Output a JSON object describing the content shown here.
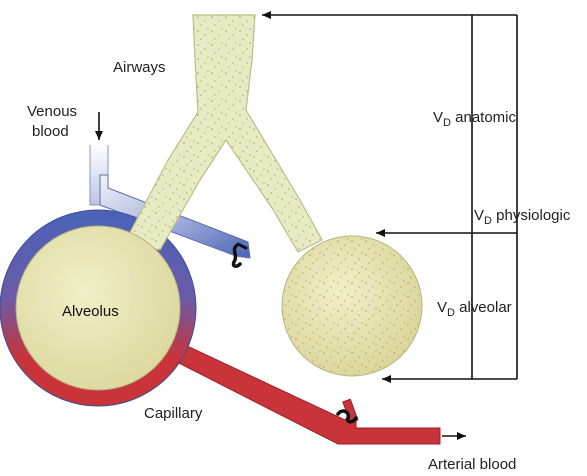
{
  "labels": {
    "airways": "Airways",
    "venous_line1": "Venous",
    "venous_line2": "blood",
    "alveolus": "Alveolus",
    "capillary": "Capillary",
    "arterial": "Arterial blood",
    "vd_anatomic_main": "V",
    "vd_anatomic_sub": "D",
    "vd_anatomic_rest": " anatomic",
    "vd_physiologic_main": "V",
    "vd_physiologic_sub": "D",
    "vd_physiologic_rest": " physiologic",
    "vd_alveolar_main": "V",
    "vd_alveolar_sub": "D",
    "vd_alveolar_rest": " alveolar"
  },
  "colors": {
    "airway_fill": "#e6ebc4",
    "airway_stroke": "#b8c08a",
    "alveolus_fill": "#e9e6b6",
    "dot": "#c2a86a",
    "venous_blue": "#4a63b8",
    "arterial_red": "#c8343a",
    "arrow": "#111111"
  }
}
